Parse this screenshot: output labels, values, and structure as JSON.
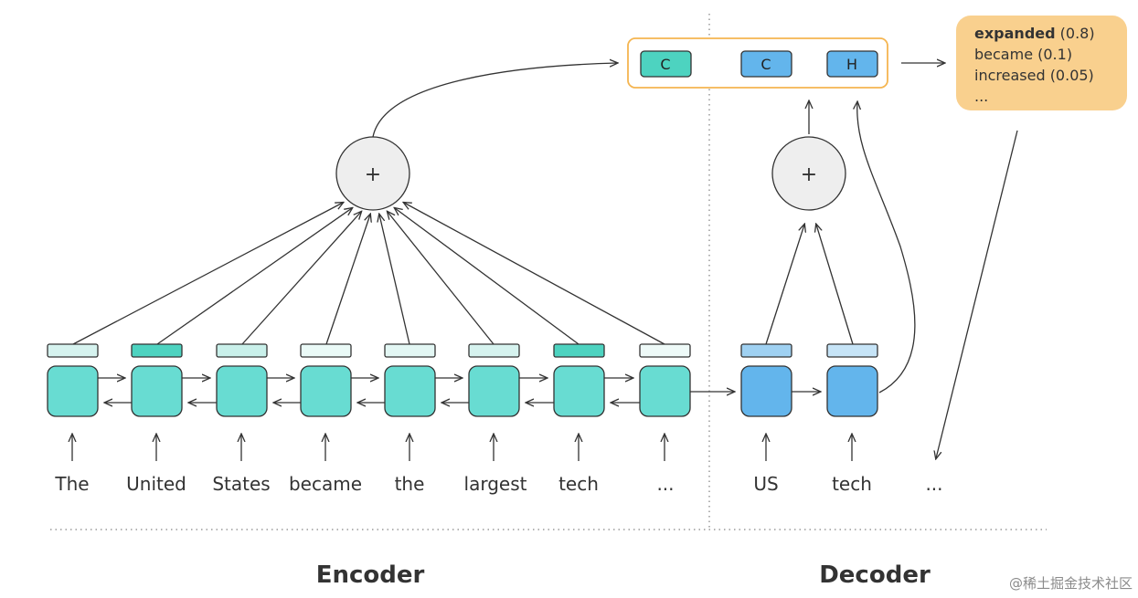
{
  "encoder": {
    "title": "Encoder",
    "tokens": [
      "The",
      "United",
      "States",
      "became",
      "the",
      "largest",
      "tech",
      "..."
    ],
    "attention_colors": [
      "#d6f3ef",
      "#4dd3c0",
      "#c9f0ea",
      "#eafaf7",
      "#e3f7f4",
      "#d6f3ef",
      "#4dd3c0",
      "#eefaf8"
    ],
    "cell_color": "#68dcd2"
  },
  "decoder": {
    "title": "Decoder",
    "tokens": [
      "US",
      "tech",
      "..."
    ],
    "attention_colors": [
      "#9fd1f2",
      "#c6e4f7"
    ],
    "cell_color": "#63b5ec"
  },
  "combine": {
    "plus_symbol": "+",
    "context_label": "C",
    "decoder_context_label": "C",
    "hidden_label": "H"
  },
  "output": {
    "lines": [
      {
        "word": "expanded",
        "prob": "(0.8)",
        "bold": true
      },
      {
        "word": "became",
        "prob": "(0.1)",
        "bold": false
      },
      {
        "word": "increased",
        "prob": "(0.05)",
        "bold": false
      },
      {
        "word": "...",
        "prob": "",
        "bold": false
      }
    ],
    "color": "#f9d08e"
  },
  "watermark": "@稀土掘金技术社区"
}
